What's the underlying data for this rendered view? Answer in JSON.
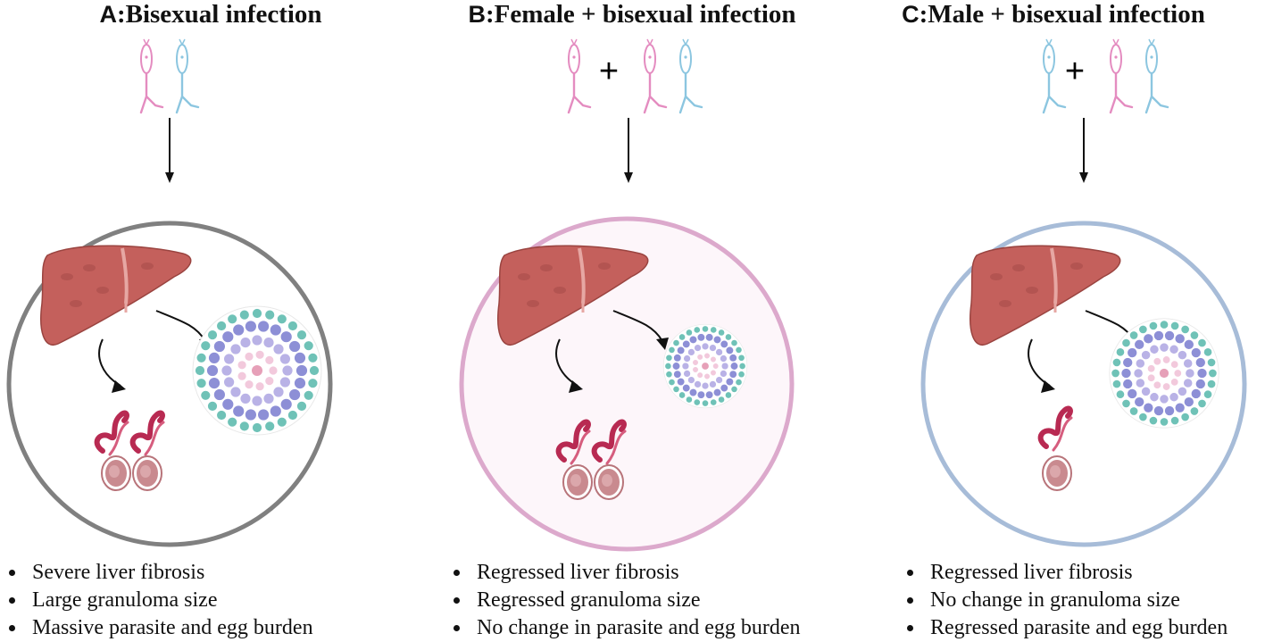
{
  "panels": [
    {
      "id": "A",
      "letter": "A",
      "heading": ":Bisexual infection",
      "ring_color": "#808080",
      "fill_color": "#ffffff",
      "groups": [
        [
          "female",
          "male"
        ]
      ],
      "worm_pairs": 2,
      "eggs": 2,
      "granuloma_scale": 1.0,
      "bullets": [
        "Severe liver fibrosis",
        "Large granuloma size",
        "Massive parasite and egg burden"
      ]
    },
    {
      "id": "B",
      "letter": "B",
      "heading": ":Female + bisexual infection",
      "ring_color": "#dca9cc",
      "fill_color": "#fdf6fa",
      "groups": [
        [
          "female"
        ],
        [
          "female",
          "male"
        ]
      ],
      "worm_pairs": 2,
      "eggs": 2,
      "granuloma_scale": 0.65,
      "bullets": [
        "Regressed liver fibrosis",
        "Regressed granuloma size",
        "No change in parasite and egg burden"
      ]
    },
    {
      "id": "C",
      "letter": "C",
      "heading": ":Male + bisexual infection",
      "ring_color": "#a7bcd8",
      "fill_color": "#ffffff",
      "groups": [
        [
          "male"
        ],
        [
          "female",
          "male"
        ]
      ],
      "worm_pairs": 1,
      "eggs": 1,
      "granuloma_scale": 0.85,
      "bullets": [
        "Regressed liver fibrosis",
        "No change in granuloma size",
        "Regressed parasite and egg burden"
      ]
    }
  ],
  "plus_sign": "+",
  "colors": {
    "female_worm": "#e48cc0",
    "male_worm": "#8cc6e0",
    "liver": "#c4605c",
    "adult_worm": "#b82a52",
    "egg": "#b8747a",
    "granuloma_outer": "#6fc2b7",
    "granuloma_mid": "#8d8fd6",
    "granuloma_core": "#f2c9dc",
    "arrow": "#111111"
  }
}
